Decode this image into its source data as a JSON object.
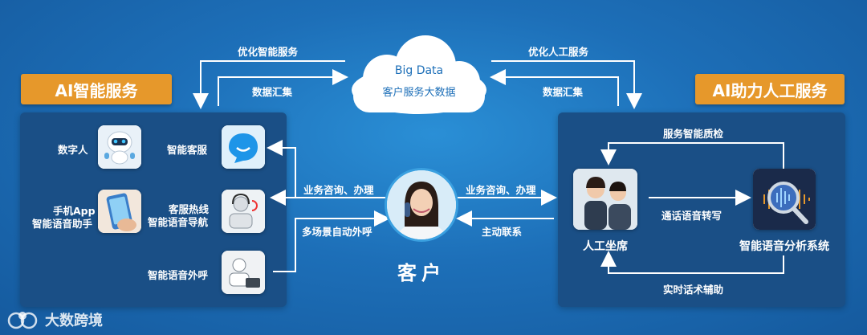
{
  "cloud": {
    "title": "Big Data",
    "subtitle": "客户服务大数据"
  },
  "left": {
    "tag": "AI智能服务",
    "top_arrow_label": "优化智能服务",
    "collect_label": "数据汇集",
    "items": {
      "digital_human": "数字人",
      "mobile_app_line1": "手机App",
      "mobile_app_line2": "智能语音助手",
      "smart_cs": "智能客服",
      "hotline_line1": "客服热线",
      "hotline_line2": "智能语音导航",
      "voice_outbound": "智能语音外呼"
    }
  },
  "right": {
    "tag": "AI助力人工服务",
    "top_arrow_label": "优化人工服务",
    "collect_label": "数据汇集",
    "qa_label": "服务智能质检",
    "agent_label": "人工坐席",
    "transcribe_label": "通话语音转写",
    "analysis_label": "智能语音分析系统",
    "assist_label": "实时话术辅助"
  },
  "center": {
    "customer_label": "客户",
    "left_flow_1": "业务咨询、办理",
    "left_flow_2": "多场景自动外呼",
    "right_flow_1": "业务咨询、办理",
    "right_flow_2": "主动联系"
  },
  "watermark": "大数跨境",
  "colors": {
    "tag": "#e6982b",
    "panel": "#1a4f86",
    "accent": "#3aa0e0"
  }
}
